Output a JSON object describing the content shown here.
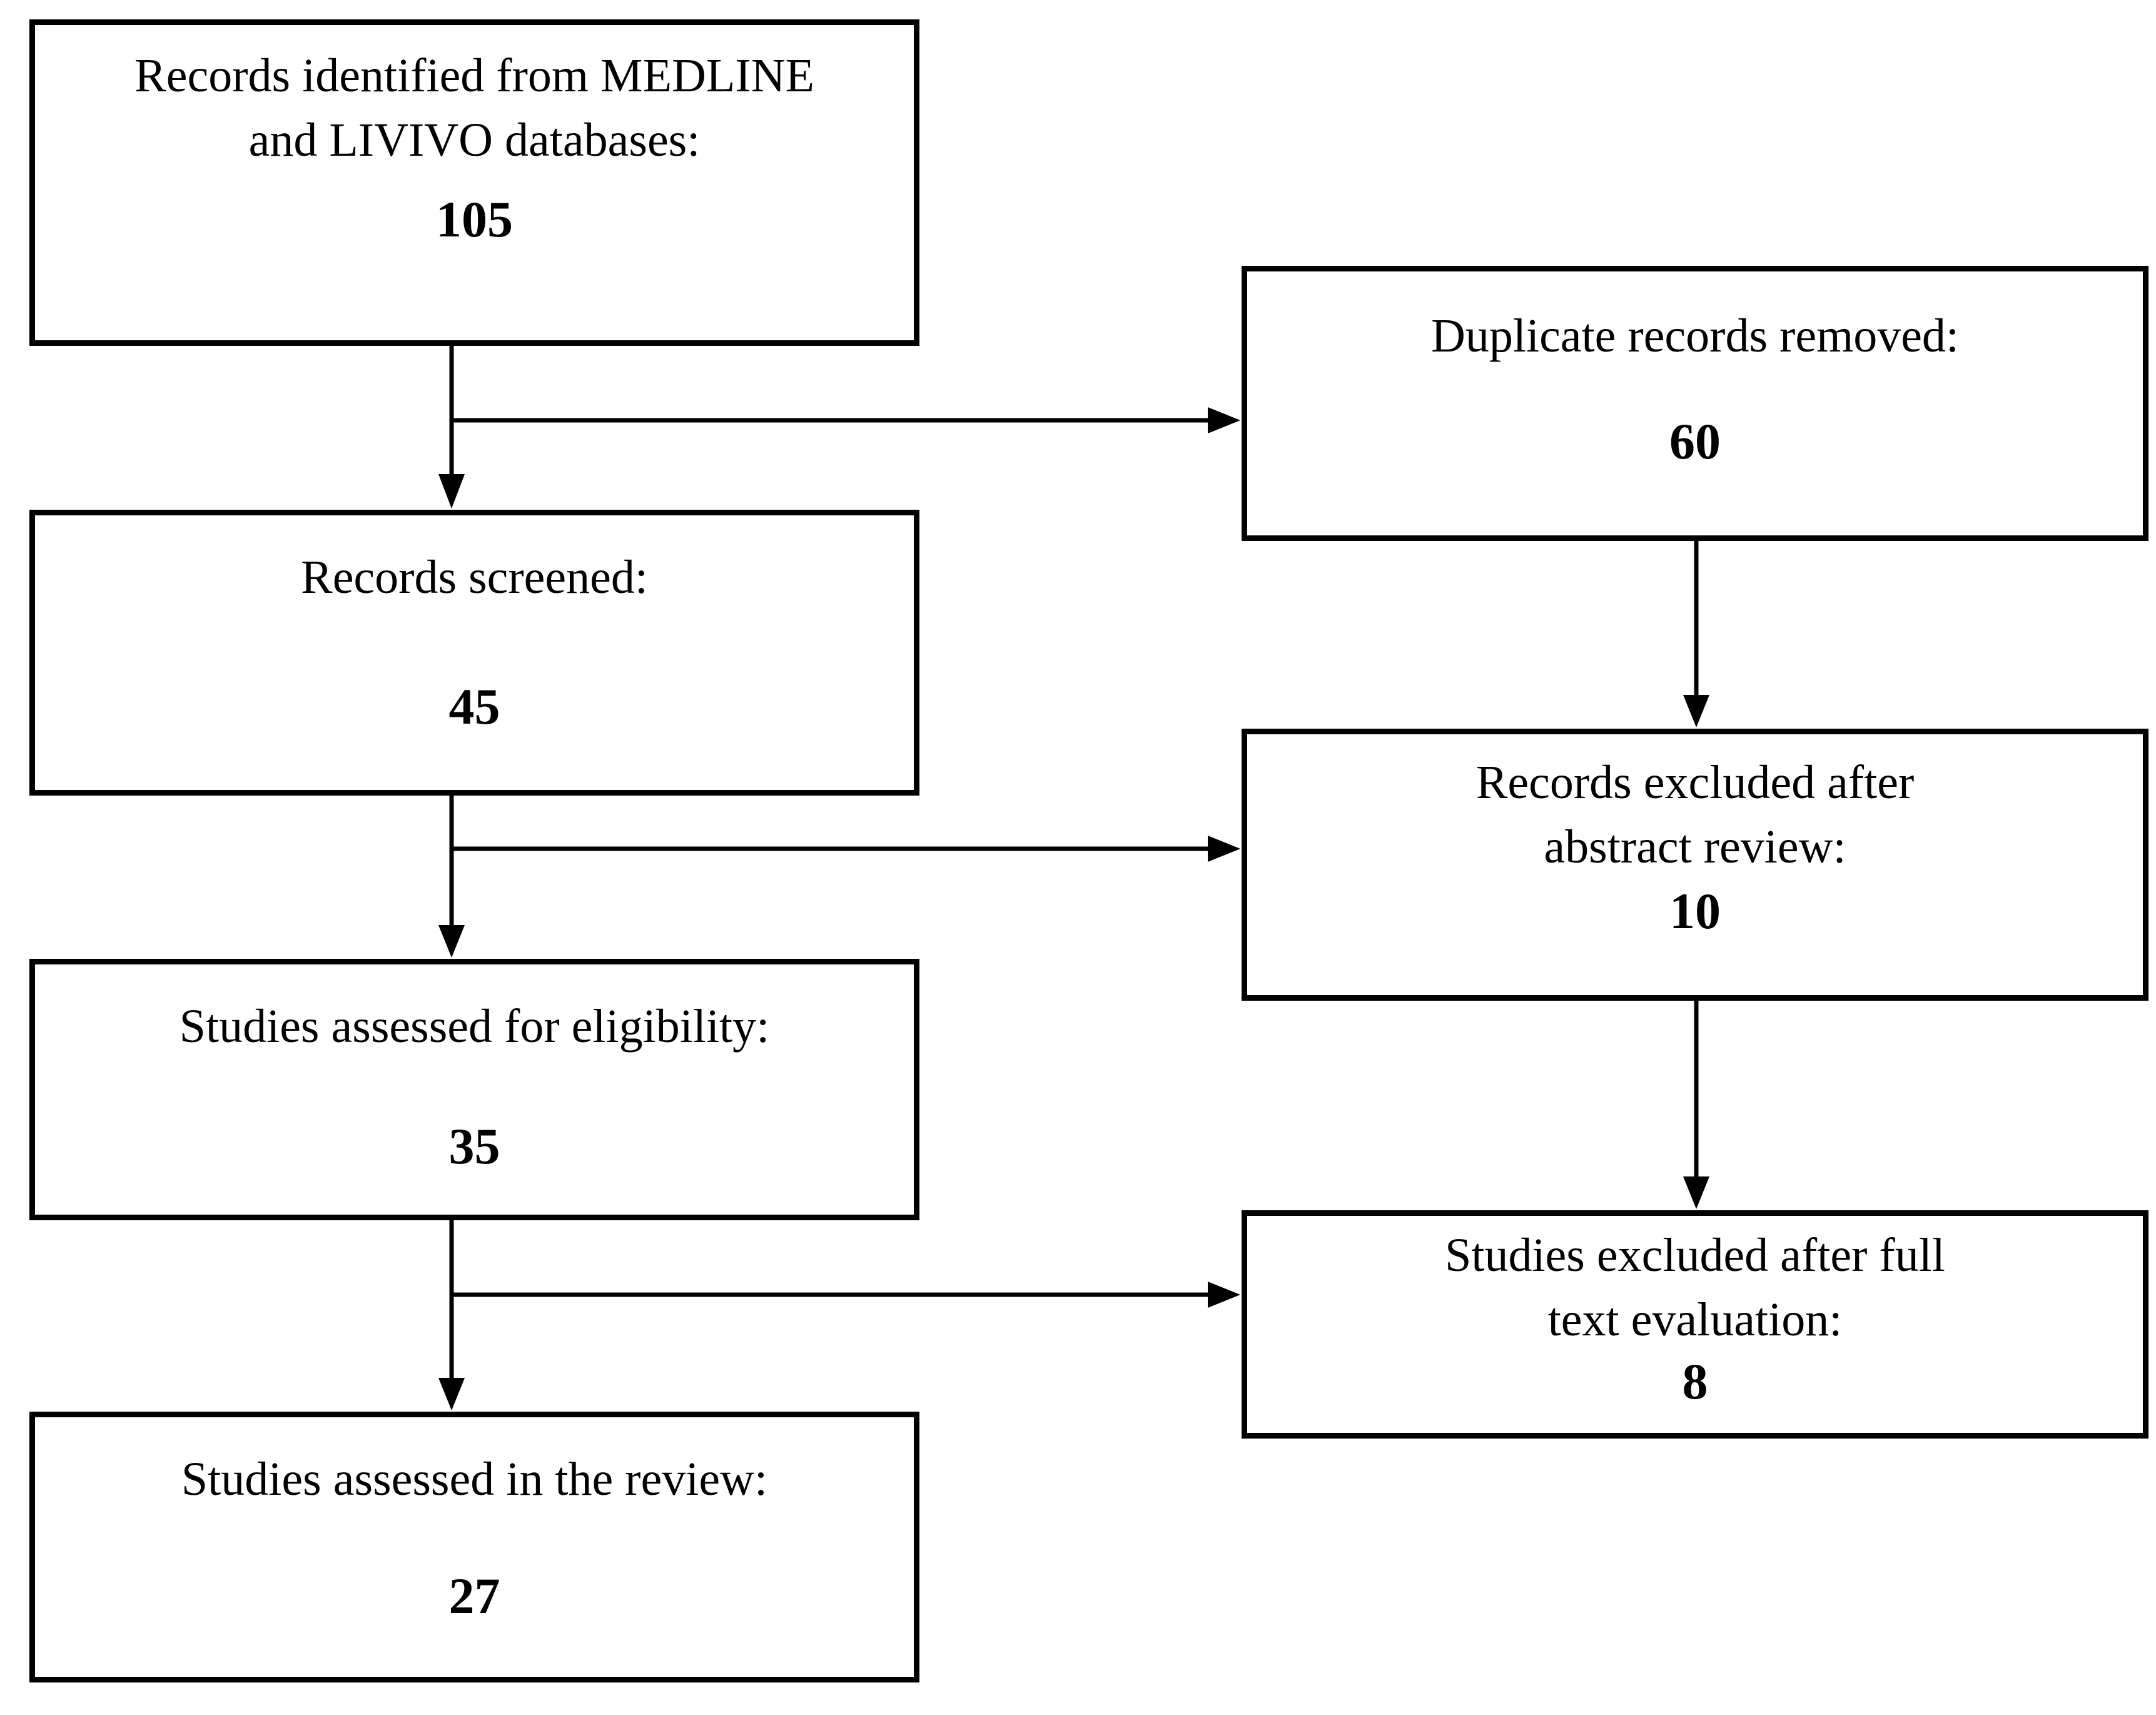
{
  "figure": {
    "description": "Study selection flow diagram",
    "colors": {
      "line": "#000000",
      "text": "#000000",
      "background": "#ffffff"
    },
    "boxes": {
      "identified": {
        "lines": [
          "Records identified from MEDLINE",
          "and LIVIVO databases:"
        ],
        "count": "105"
      },
      "duplicates": {
        "lines": [
          "Duplicate records removed:"
        ],
        "count": "60"
      },
      "screened": {
        "lines": [
          "Records screened:"
        ],
        "count": "45"
      },
      "excluded_abstract": {
        "lines": [
          "Records excluded after",
          "abstract review:"
        ],
        "count": "10"
      },
      "eligibility": {
        "lines": [
          "Studies assessed for eligibility:"
        ],
        "count": "35"
      },
      "excluded_fulltext": {
        "lines": [
          "Studies excluded after full",
          "text evaluation:"
        ],
        "count": "8"
      },
      "included": {
        "lines": [
          "Studies assessed in the review:"
        ],
        "count": "27"
      }
    }
  }
}
